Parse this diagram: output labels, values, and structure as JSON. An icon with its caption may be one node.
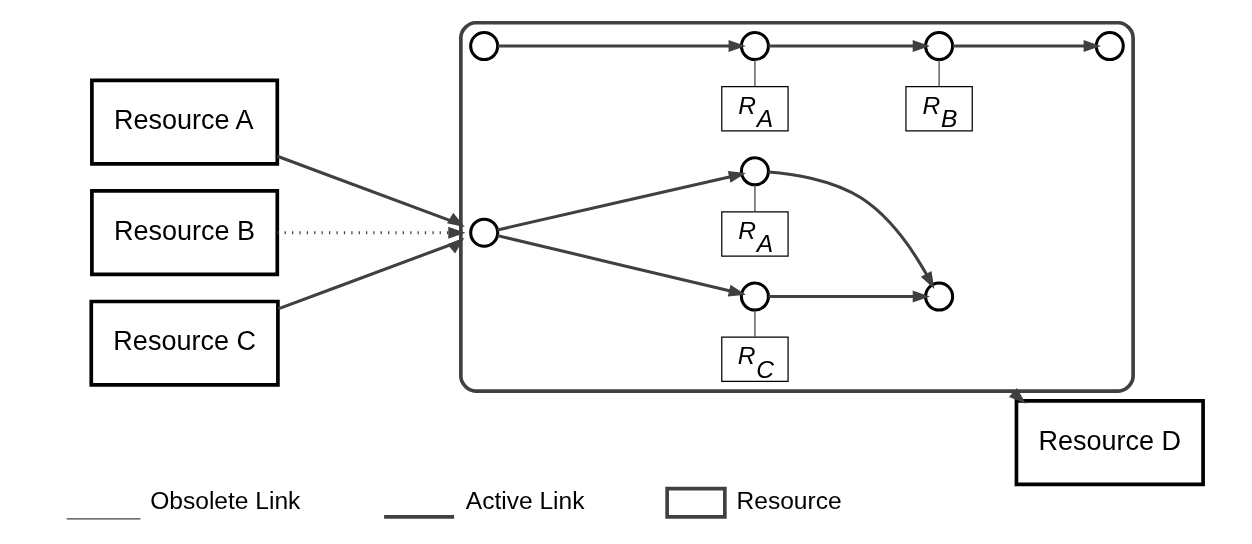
{
  "diagram": {
    "nodes": [
      {
        "text": [
          "Resource A"
        ]
      },
      {
        "text": [
          "Resource B"
        ]
      },
      {
        "text": [
          "Resource C"
        ]
      },
      {
        "text": [],
        "shape": "box"
      },
      {
        "text": [
          "R$_{A}$"
        ],
        "in": 3
      },
      {
        "text": [
          "R$_{B}$"
        ],
        "in": 3
      },
      {
        "text": [],
        "shape": "circle",
        "in": 3
      },
      {
        "text": [],
        "shape": "circle",
        "in": 3
      },
      {
        "text": [],
        "shape": "circle",
        "in": 3
      },
      {
        "text": [],
        "shape": "circle",
        "in": 3
      },
      {
        "text": [
          "R$_{A}$"
        ],
        "in": 3
      },
      {
        "text": [],
        "shape": "circle",
        "in": 3
      },
      {
        "text": [],
        "shape": "circle",
        "in": 3
      },
      {
        "text": [],
        "shape": "circle",
        "in": 3
      },
      {
        "text": [],
        "shape": "circle",
        "in": 3
      },
      {
        "text": [
          "R$_{C}$"
        ],
        "in": 3
      },
      {
        "text": [
          "Resource D"
        ]
      }
    ],
    "edges": [
      {
        "from": 0,
        "to": 3,
        "arrow": "to"
      },
      {
        "from": 1,
        "to": 3,
        "arrow": "to",
        "style": "dashed"
      },
      {
        "from": 2,
        "to": 3,
        "arrow": "to"
      },
      {
        "from": 3,
        "to": 16,
        "arrow": "to"
      },
      {
        "from": 6,
        "to": 7,
        "arrow": "to"
      },
      {
        "from": 7,
        "to": 8,
        "arrow": "to"
      },
      {
        "from": 8,
        "to": 9,
        "arrow": "to"
      },
      {
        "from": 4,
        "to": 7,
        "arrow": "none"
      },
      {
        "from": 5,
        "to": 8,
        "arrow": "none"
      },
      {
        "from": 11,
        "to": 12,
        "arrow": "to"
      },
      {
        "from": 11,
        "to": 13,
        "arrow": "to"
      },
      {
        "from": 12,
        "to": 14,
        "arrow": "to"
      },
      {
        "from": 13,
        "to": 14,
        "arrow": "to"
      },
      {
        "from": 10,
        "to": 12,
        "arrow": "none"
      },
      {
        "from": 15,
        "to": 13,
        "arrow": "none"
      }
    ],
    "legend": [
      {
        "text": "Obsolete Link"
      },
      {
        "text": "Active Link"
      },
      {
        "text": "Resource"
      }
    ]
  }
}
